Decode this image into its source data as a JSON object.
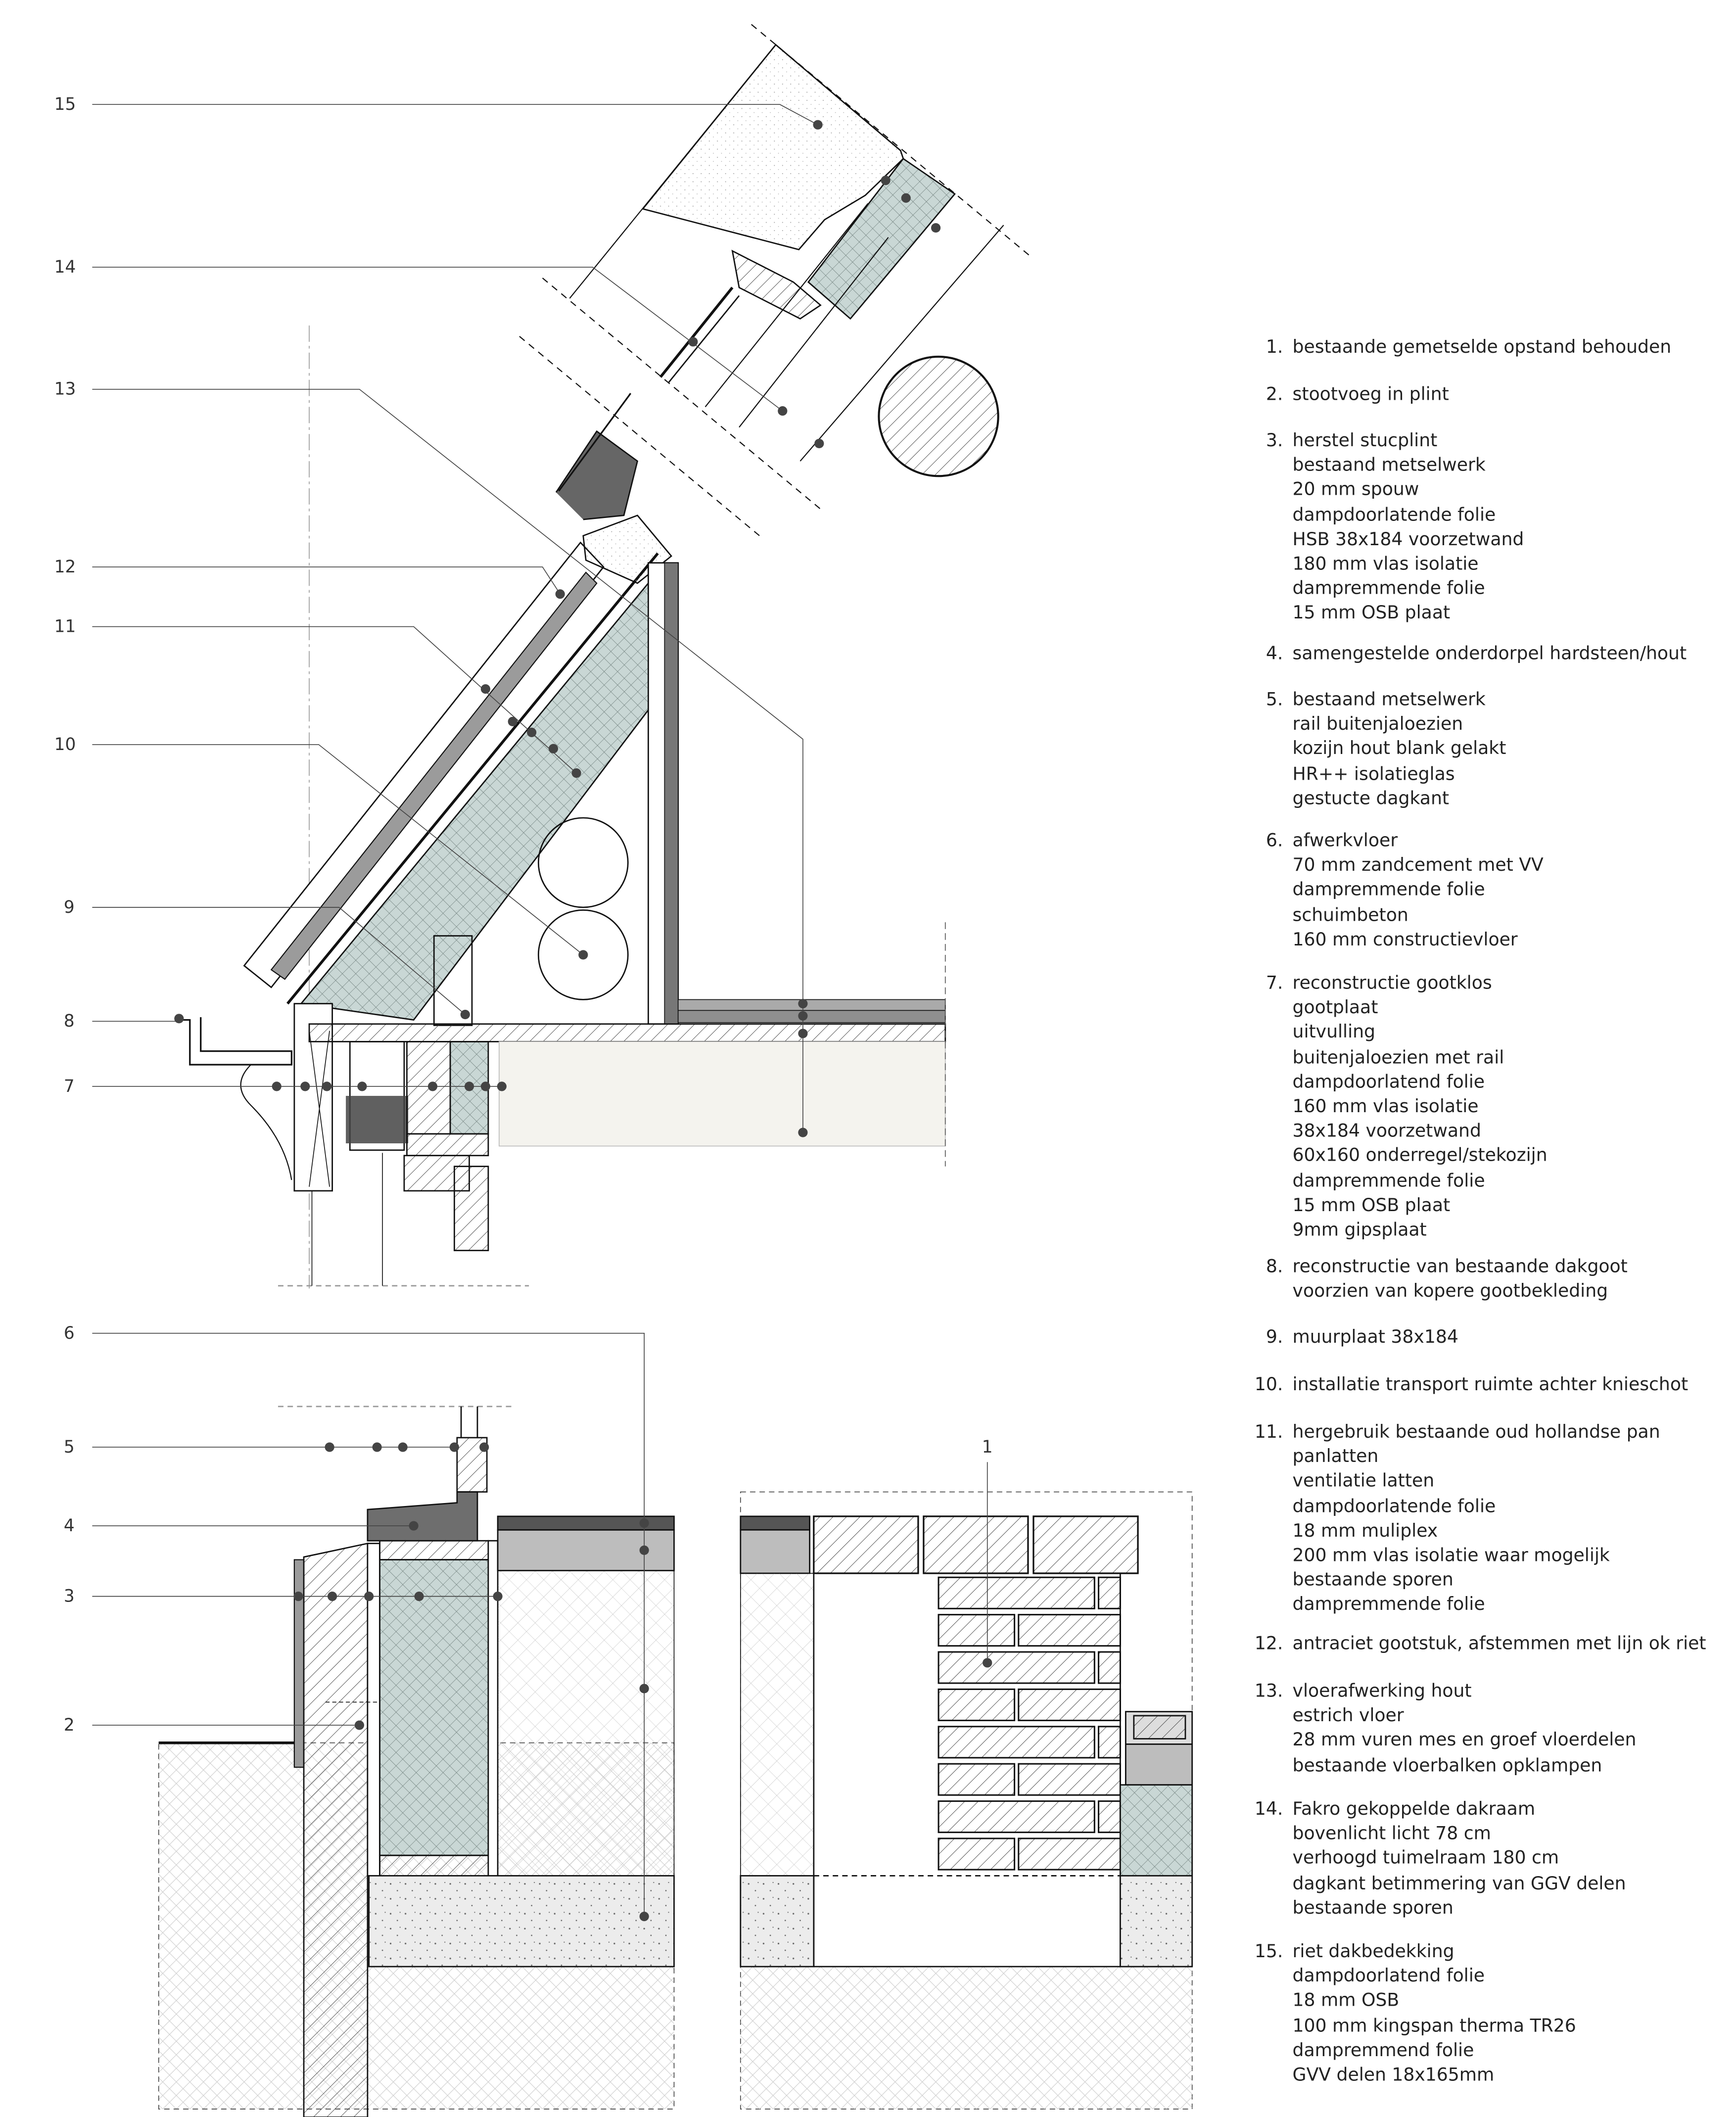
{
  "callouts": [
    {
      "label": "15"
    },
    {
      "label": "14"
    },
    {
      "label": "13"
    },
    {
      "label": "12"
    },
    {
      "label": "11"
    },
    {
      "label": "10"
    },
    {
      "label": "9"
    },
    {
      "label": "8"
    },
    {
      "label": "7"
    },
    {
      "label": "6"
    },
    {
      "label": "5"
    },
    {
      "label": "4"
    },
    {
      "label": "3"
    },
    {
      "label": "2"
    },
    {
      "label": "1"
    }
  ],
  "legend": [
    {
      "num": "1.",
      "lines": [
        "bestaande gemetselde opstand behouden"
      ]
    },
    {
      "num": "2.",
      "lines": [
        "stootvoeg in plint"
      ]
    },
    {
      "num": "3.",
      "lines": [
        "herstel stucplint",
        "bestaand metselwerk",
        "20 mm spouw",
        "dampdoorlatende folie",
        "HSB 38x184 voorzetwand",
        "180 mm vlas isolatie",
        "dampremmende folie",
        "15 mm OSB plaat"
      ]
    },
    {
      "num": "4.",
      "lines": [
        "samengestelde onderdorpel hardsteen/hout"
      ]
    },
    {
      "num": "5.",
      "lines": [
        "bestaand metselwerk",
        " rail buitenjaloezien",
        "kozijn hout blank gelakt",
        "HR++ isolatieglas",
        "gestucte dagkant"
      ]
    },
    {
      "num": "6.",
      "lines": [
        "afwerkvloer",
        "70 mm zandcement met VV",
        "dampremmende folie",
        "schuimbeton",
        "160 mm constructievloer"
      ]
    },
    {
      "num": "7.",
      "lines": [
        "reconstructie gootklos",
        "gootplaat",
        "uitvulling",
        "buitenjaloezien met rail",
        "dampdoorlatend folie",
        "160 mm vlas isolatie",
        "38x184 voorzetwand",
        "60x160 onderregel/stekozijn",
        "dampremmende folie",
        "15 mm OSB plaat",
        "9mm gipsplaat"
      ]
    },
    {
      "num": "8.",
      "lines": [
        "reconstructie van bestaande dakgoot",
        "voorzien van kopere gootbekleding"
      ]
    },
    {
      "num": "9.",
      "lines": [
        "muurplaat 38x184"
      ]
    },
    {
      "num": "10.",
      "lines": [
        "installatie transport ruimte achter knieschot"
      ]
    },
    {
      "num": "11.",
      "lines": [
        "hergebruik bestaande oud hollandse pan",
        "panlatten",
        "ventilatie latten",
        "dampdoorlatende folie",
        "18 mm muliplex",
        "200 mm vlas isolatie waar mogelijk",
        "bestaande sporen",
        "dampremmende folie"
      ]
    },
    {
      "num": "12.",
      "lines": [
        "antraciet gootstuk, afstemmen met lijn ok riet"
      ]
    },
    {
      "num": "13.",
      "lines": [
        "vloerafwerking hout",
        "estrich vloer",
        "28 mm vuren mes en groef vloerdelen",
        "bestaande vloerbalken opklampen"
      ]
    },
    {
      "num": "14.",
      "lines": [
        "Fakro gekoppelde dakraam",
        "bovenlicht licht 78 cm",
        "verhoogd tuimelraam  180 cm",
        "dagkant betimmering van GGV delen",
        "bestaande sporen"
      ]
    },
    {
      "num": "15.",
      "lines": [
        "riet dakbedekking",
        "dampdoorlatend folie",
        "18 mm OSB",
        "100 mm kingspan therma TR26",
        "dampremmend folie",
        "GVV delen 18x165mm"
      ]
    }
  ],
  "colors": {
    "insulation": "#c9d7d5",
    "tile": "#9b9b9b",
    "dark_finish": "#555555",
    "screed": "#bdbdbd",
    "concrete": "#f4f3ee",
    "dot": "#444444",
    "line": "#111111"
  }
}
